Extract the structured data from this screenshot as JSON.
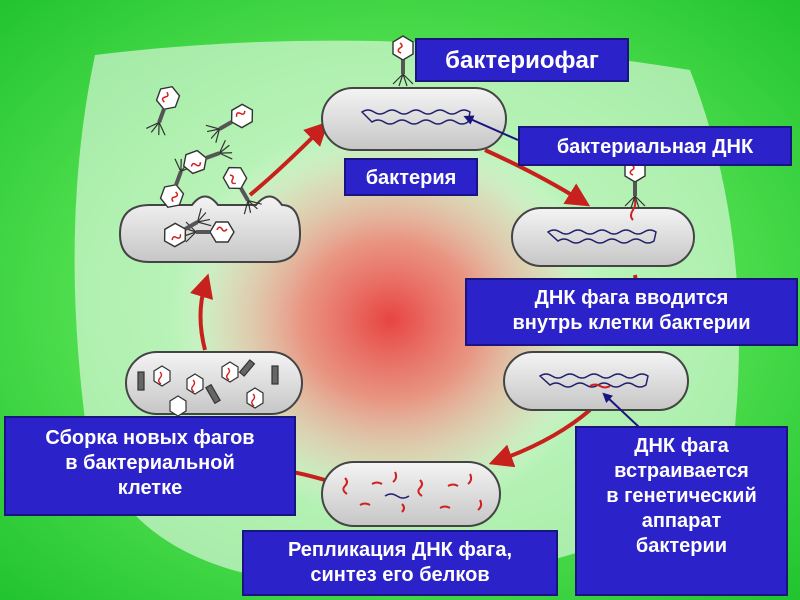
{
  "labels": {
    "bacteriophage": "бактериофаг",
    "bacterial_dna": "бактериальная ДНК",
    "bacterium": "бактерия",
    "dna_injection": [
      "ДНК фага вводится",
      "внутрь клетки бактерии"
    ],
    "dna_integration": [
      "ДНК  фага",
      "встраивается",
      "в генетический",
      "аппарат",
      "бактерии"
    ],
    "replication": [
      "Репликация ДНК фага,",
      "синтез его белков"
    ],
    "assembly": [
      "Сборка новых фагов",
      "в бактериальной",
      "клетке"
    ]
  },
  "colors": {
    "background": "#3fd24a",
    "label_fill": "#2c22c9",
    "label_text": "#ffffff",
    "cycle_arrows": "#c8201c",
    "pointer_line": "#1a1480",
    "cell_fill": "#d8d8d8",
    "dna_bacterial": "#23236e",
    "dna_phage": "#d02020"
  },
  "icons": [
    "bacteriophage-icon",
    "bacterium-cell-icon",
    "dna-strand-icon",
    "cycle-arrow-icon"
  ]
}
